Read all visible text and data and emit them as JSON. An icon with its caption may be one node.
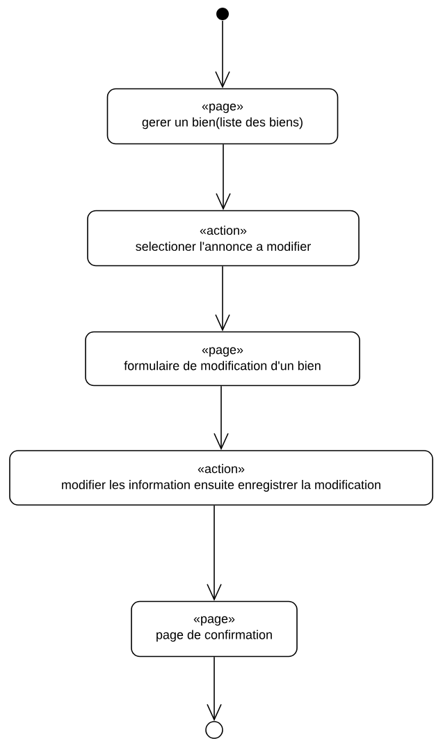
{
  "diagram": {
    "nodes": [
      {
        "text": [],
        "shape": "circle"
      },
      {
        "text": [
          "«page»",
          "gerer un bien(liste des biens)"
        ]
      },
      {
        "text": [
          "«action»",
          "selectioner l'annonce a modifier"
        ]
      },
      {
        "text": [
          "«page»",
          "formulaire de modification d'un bien"
        ]
      },
      {
        "text": [
          "«action»",
          "modifier les information ensuite enregistrer la modification"
        ]
      },
      {
        "text": [
          "«page»",
          "page de confirmation"
        ]
      },
      {
        "text": [],
        "shape": "circle"
      }
    ],
    "edges": [
      {
        "from": 0,
        "to": 1,
        "arrow": "to"
      },
      {
        "from": 1,
        "to": 2,
        "arrow": "to"
      },
      {
        "from": 2,
        "to": 3,
        "arrow": "to"
      },
      {
        "from": 3,
        "to": 4,
        "arrow": "to"
      },
      {
        "from": 4,
        "to": 5,
        "arrow": "to"
      },
      {
        "from": 5,
        "to": 6,
        "arrow": "to"
      }
    ]
  }
}
